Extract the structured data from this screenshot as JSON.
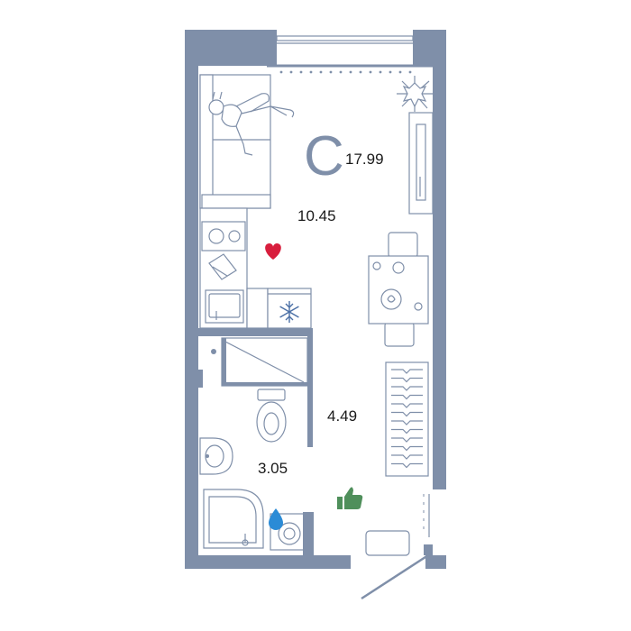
{
  "apartment": {
    "type_letter": "С",
    "total_area": "17.99"
  },
  "rooms": {
    "living_area": "10.45",
    "hall_area": "4.49",
    "bathroom_area": "3.05"
  },
  "colors": {
    "wall": "#7f8fa9",
    "heart": "#d81e3d",
    "water_drop": "#2b8bd6",
    "thumb_up": "#4f8f5b",
    "snowflake": "#4a6fa5"
  },
  "icons": [
    "heart-icon",
    "snowflake-icon",
    "water-drop-icon",
    "thumbs-up-icon",
    "plant-icon"
  ]
}
